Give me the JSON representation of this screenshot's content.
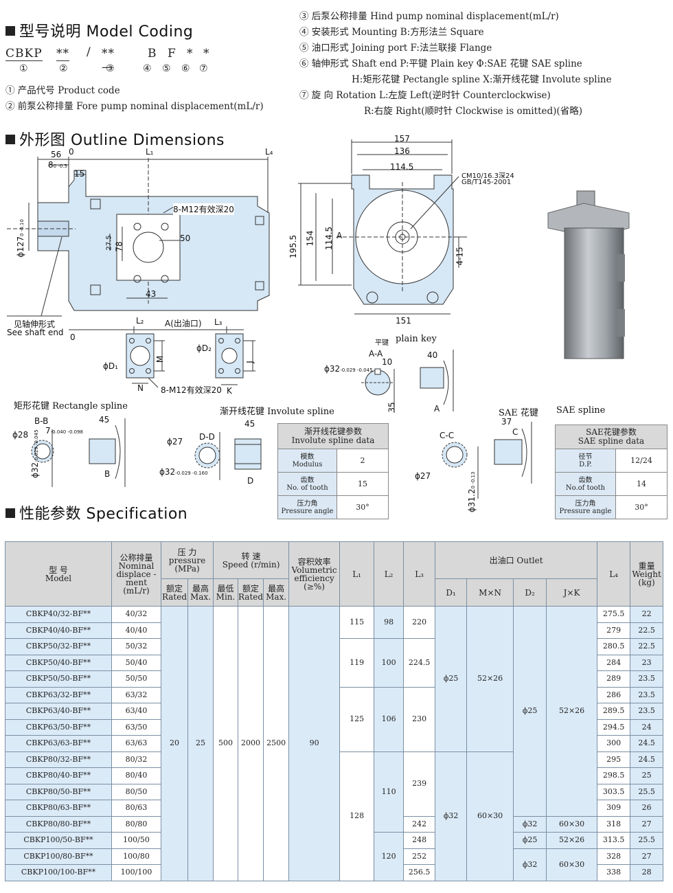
{
  "model_coding": {
    "title": "型号说明 Model Coding",
    "code": {
      "prefix": "CBKP",
      "c2": "**",
      "slash": "/",
      "c3": "**—",
      "c4": "B",
      "c5": "F",
      "c6": "*",
      "c7": "*"
    },
    "circles": [
      "①",
      "②",
      "③",
      "④",
      "⑤",
      "⑥",
      "⑦"
    ],
    "items": [
      "① 产品代号 Product code",
      "② 前泵公称排量 Fore pump nominal displacement(mL/r)",
      "③ 后泵公称排量 Hind pump nominal displacement(mL/r)",
      "④ 安装形式 Mounting B:方形法兰 Square",
      "⑤ 油口形式 Joining port F:法兰联接 Flange",
      "⑥ 轴伸形式 Shaft end P:平键 Plain key Φ:SAE 花键  SAE spline",
      "H:矩形花键 Pectangle spline X:渐开线花键 Involute spline",
      "⑦ 旋    向 Rotation L:左旋 Left(逆时针 Counterclockwise)",
      "R:右旋 Right(顺时针 Clockwise is omitted)(省略)"
    ]
  },
  "outline": {
    "title": "外形图 Outline Dimensions",
    "dims": {
      "d56": "56",
      "d0": "0",
      "l1": "L₁",
      "l4": "L₄",
      "d8": "8",
      "d8tol": "0 -0.5",
      "d15": "15",
      "m12a": "8-M12有效深20",
      "d50": "50",
      "d27_5": "27.5",
      "d78": "78",
      "d43": "43",
      "d127": "ϕ127",
      "d127tol": "0 -0.10",
      "shaft_cn": "见轴伸形式",
      "shaft_en": "See shaft end",
      "d0b": "0",
      "l2": "L₂",
      "a_out": "A(出油口)",
      "l3": "L₃",
      "D1": "ϕD₁",
      "D2": "ϕD₂",
      "M": "M",
      "J": "J",
      "N": "N",
      "K": "K",
      "m12b": "8-M12有效深20",
      "d157": "157",
      "d136": "136",
      "d1145": "114.5",
      "cm10": "CM10/16.3深24",
      "gb": "GB/T145-2001",
      "d1955": "195.5",
      "d154": "154",
      "d1145v": "114.5",
      "A": "A",
      "d415": "4-15",
      "d151": "151"
    },
    "plain_key": {
      "cn": "平键",
      "en": "plain key",
      "aa": "A-A",
      "d10": "10",
      "d32": "ϕ32",
      "d32tol": "-0.029 -0.045",
      "d35": "35",
      "d40": "40",
      "A": "A"
    },
    "rect_spline": {
      "title": "矩形花键  Rectangle spline",
      "bb": "B-B",
      "d28": "ϕ28",
      "d7": "7",
      "d7tol": "-0.040 -0.098",
      "d45": "45",
      "B": "B",
      "d32": "ϕ32",
      "d32tol": "-0.029 -0.045"
    },
    "inv_spline": {
      "title": "渐开线花键 Involute spline",
      "dd": "D-D",
      "d27": "ϕ27",
      "d45": "45",
      "D": "D",
      "d32": "ϕ32",
      "d32tol": "-0.029 -0.160"
    },
    "sae_spline": {
      "title_cn": "SAE 花键",
      "title_en": "SAE spline",
      "cc": "C-C",
      "d37": "37",
      "C": "C",
      "d27": "ϕ27",
      "d312": "ϕ31.2",
      "d312tol": "0 -0.13"
    },
    "inv_table": {
      "head_cn": "渐开线花键参数",
      "head_en": "Involute spline data",
      "rows": [
        {
          "cn": "模数",
          "en": "Modulus",
          "v": "2"
        },
        {
          "cn": "齿数",
          "en": "No. of tooth",
          "v": "15"
        },
        {
          "cn": "压力角",
          "en": "Pressure angle",
          "v": "30°"
        }
      ]
    },
    "sae_table": {
      "head_cn": "SAE花键参数",
      "head_en": "SAE spline data",
      "rows": [
        {
          "cn": "径节",
          "en": "D.P.",
          "v": "12/24"
        },
        {
          "cn": "齿数",
          "en": "No.of tooth",
          "v": "14"
        },
        {
          "cn": "压力角",
          "en": "Pressure angle",
          "v": "30°"
        }
      ]
    }
  },
  "spec": {
    "title": "性能参数 Specification",
    "headers": {
      "model_cn": "型 号",
      "model_en": "Model",
      "disp": "公称排量 Nominal displace -ment (mL/r)",
      "pres_cn": "压 力",
      "pres_en": "pressure (MPa)",
      "speed_cn": "转 速",
      "speed_en": "Speed (r/min)",
      "eff": "容积效率 Volumetric efficiency (≥%)",
      "l1": "L₁",
      "l2": "L₂",
      "l3": "L₃",
      "outlet": "出油口  Outlet",
      "l4": "L₄",
      "weight": "重量 Weight (kg)",
      "rated_cn": "额定",
      "rated_en": "Rated",
      "max_cn": "最高",
      "max_en": "Max.",
      "min_cn": "最低",
      "min_en": "Min.",
      "D1": "D₁",
      "MN": "M×N",
      "D2": "D₂",
      "JK": "J×K"
    },
    "merged": {
      "pressure_rated": "20",
      "pressure_max": "25",
      "speed_min": "500",
      "speed_rated": "2000",
      "speed_max": "2500",
      "efficiency": "90",
      "l1": [
        "115",
        "119",
        "125",
        "128"
      ],
      "l2": [
        "98",
        "100",
        "106",
        "110",
        "120"
      ],
      "l3": [
        "220",
        "224.5",
        "230",
        "239"
      ],
      "d1": [
        "ϕ25",
        "ϕ32"
      ],
      "mn": [
        "52×26",
        "60×30"
      ],
      "d2a": "ϕ25",
      "jka": "52×26"
    },
    "rows": [
      {
        "model": "CBKP40/32-BF**",
        "disp": "40/32",
        "l4": "275.5",
        "w": "22"
      },
      {
        "model": "CBKP40/40-BF**",
        "disp": "40/40",
        "l4": "279",
        "w": "22.5"
      },
      {
        "model": "CBKP50/32-BF**",
        "disp": "50/32",
        "l4": "280.5",
        "w": "22.5"
      },
      {
        "model": "CBKP50/40-BF**",
        "disp": "50/40",
        "l4": "284",
        "w": "23"
      },
      {
        "model": "CBKP50/50-BF**",
        "disp": "50/50",
        "l4": "289",
        "w": "23.5"
      },
      {
        "model": "CBKP63/32-BF**",
        "disp": "63/32",
        "l4": "286",
        "w": "23.5"
      },
      {
        "model": "CBKP63/40-BF**",
        "disp": "63/40",
        "l4": "289.5",
        "w": "23.5"
      },
      {
        "model": "CBKP63/50-BF**",
        "disp": "63/50",
        "l4": "294.5",
        "w": "24"
      },
      {
        "model": "CBKP63/63-BF**",
        "disp": "63/63",
        "l4": "300",
        "w": "24.5"
      },
      {
        "model": "CBKP80/32-BF**",
        "disp": "80/32",
        "l4": "295",
        "w": "24.5"
      },
      {
        "model": "CBKP80/40-BF**",
        "disp": "80/40",
        "l4": "298.5",
        "w": "25"
      },
      {
        "model": "CBKP80/50-BF**",
        "disp": "80/50",
        "l4": "303.5",
        "w": "25.5"
      },
      {
        "model": "CBKP80/63-BF**",
        "disp": "80/63",
        "l4": "309",
        "w": "26"
      },
      {
        "model": "CBKP80/80-BF**",
        "disp": "80/80",
        "l3": "242",
        "d2": "ϕ32",
        "jk": "60×30",
        "l4": "318",
        "w": "27"
      },
      {
        "model": "CBKP100/50-BF**",
        "disp": "100/50",
        "l3": "248",
        "d2": "ϕ25",
        "jk": "52×26",
        "l4": "313.5",
        "w": "25.5"
      },
      {
        "model": "CBKP100/80-BF**",
        "disp": "100/80",
        "l3": "252",
        "l4": "328",
        "w": "27"
      },
      {
        "model": "CBKP100/100-BF**",
        "disp": "100/100",
        "l3": "256.5",
        "d2": "ϕ32",
        "jk": "60×30",
        "l4": "338",
        "w": "28"
      }
    ]
  }
}
